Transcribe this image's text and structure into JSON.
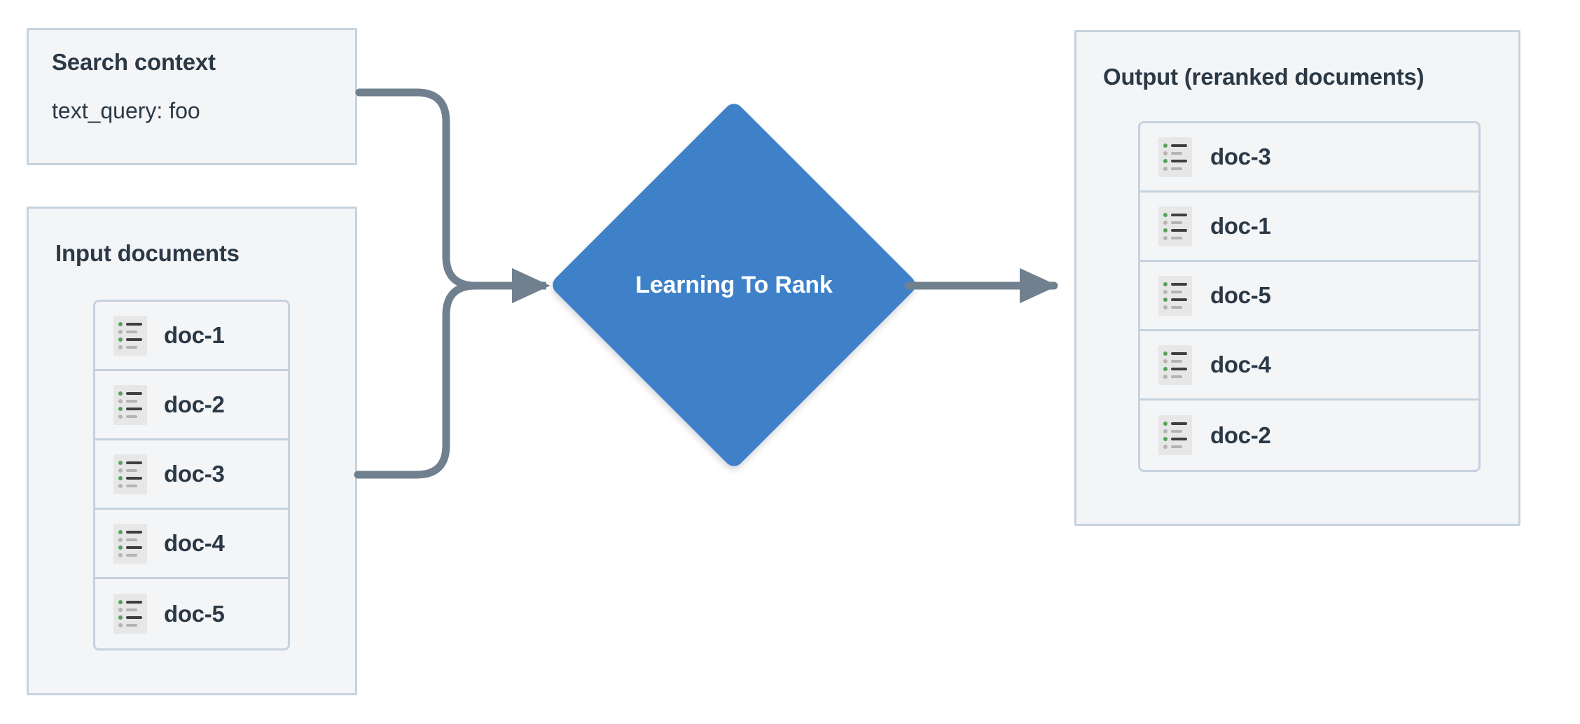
{
  "diagram": {
    "title": "Learning To Rank reranking flow",
    "background_color": "#ffffff",
    "accent_color": "#3f81c8",
    "panel_fill": "#f3f5f7",
    "panel_border": "#c6d2de",
    "connector_color": "#71808f",
    "text_color": "#2b3946"
  },
  "search_context": {
    "title": "Search context",
    "field": "text_query: foo"
  },
  "input_documents": {
    "title": "Input documents",
    "docs": [
      {
        "label": "doc-1",
        "icon": "document-list-icon"
      },
      {
        "label": "doc-2",
        "icon": "document-list-icon"
      },
      {
        "label": "doc-3",
        "icon": "document-list-icon"
      },
      {
        "label": "doc-4",
        "icon": "document-list-icon"
      },
      {
        "label": "doc-5",
        "icon": "document-list-icon"
      }
    ]
  },
  "process": {
    "label": "Learning To Rank",
    "shape": "diamond",
    "fill": "#3f81c8",
    "text_color": "#ffffff"
  },
  "output": {
    "title": "Output (reranked documents)",
    "docs": [
      {
        "label": "doc-3",
        "icon": "document-list-icon"
      },
      {
        "label": "doc-1",
        "icon": "document-list-icon"
      },
      {
        "label": "doc-5",
        "icon": "document-list-icon"
      },
      {
        "label": "doc-4",
        "icon": "document-list-icon"
      },
      {
        "label": "doc-2",
        "icon": "document-list-icon"
      }
    ]
  },
  "connectors": [
    {
      "from": "search-context",
      "to": "learning-to-rank",
      "arrowhead": true
    },
    {
      "from": "input-documents",
      "to": "learning-to-rank",
      "arrowhead": true
    },
    {
      "from": "learning-to-rank",
      "to": "output",
      "arrowhead": true
    }
  ]
}
